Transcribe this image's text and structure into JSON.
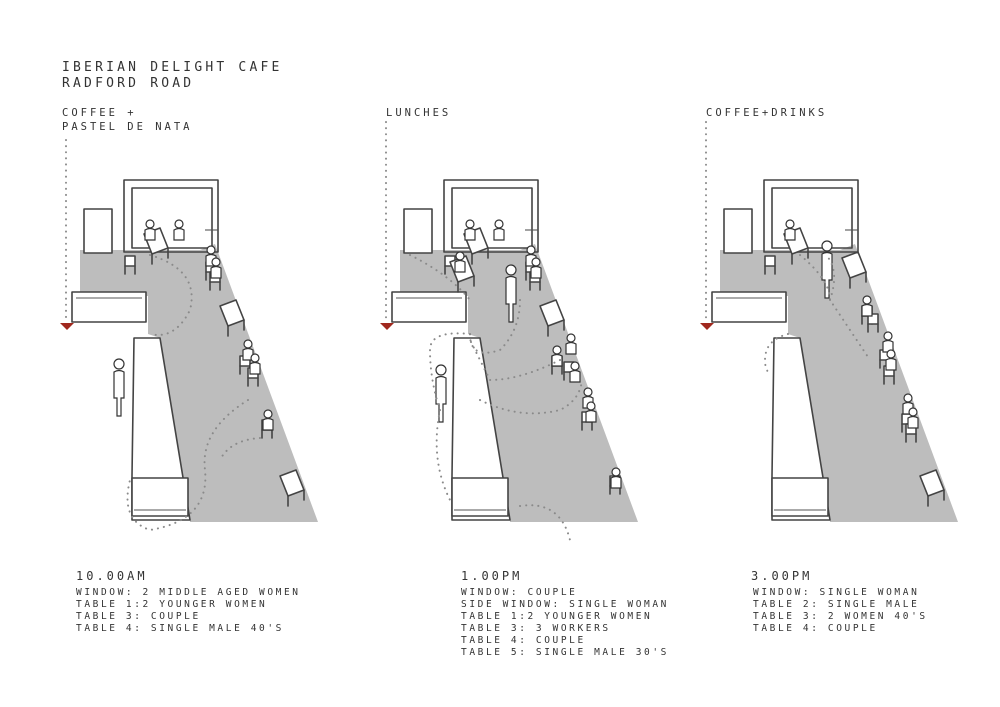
{
  "title": {
    "line1": "IBERIAN DELIGHT CAFE",
    "line2": "RADFORD ROAD"
  },
  "panels": [
    {
      "heading": [
        "COFFEE +",
        "PASTEL DE NATA"
      ],
      "time": "10.00AM",
      "notes": [
        "WINDOW: 2 MIDDLE AGED WOMEN",
        "TABLE 1:2 YOUNGER WOMEN",
        "TABLE 3: COUPLE",
        "TABLE 4: SINGLE MALE 40'S"
      ]
    },
    {
      "heading": [
        "LUNCHES"
      ],
      "time": "1.00PM",
      "notes": [
        "WINDOW: COUPLE",
        "SIDE WINDOW: SINGLE WOMAN",
        "TABLE 1:2 YOUNGER WOMEN",
        "TABLE 3: 3 WORKERS",
        "TABLE 4: COUPLE",
        "TABLE 5: SINGLE MALE 30'S"
      ]
    },
    {
      "heading": [
        "COFFEE+DRINKS"
      ],
      "time": "3.00PM",
      "notes": [
        "WINDOW: SINGLE WOMAN",
        "TABLE 2: SINGLE MALE",
        "TABLE 3: 2 WOMEN 40'S",
        "TABLE 4: COUPLE"
      ]
    }
  ],
  "colors": {
    "floor": "#bdbdbd",
    "entry_marker": "#a0281e",
    "ink": "#333333"
  },
  "icons": [
    "person-figure-icon",
    "chair-icon",
    "table-icon",
    "entrance-marker-icon"
  ]
}
